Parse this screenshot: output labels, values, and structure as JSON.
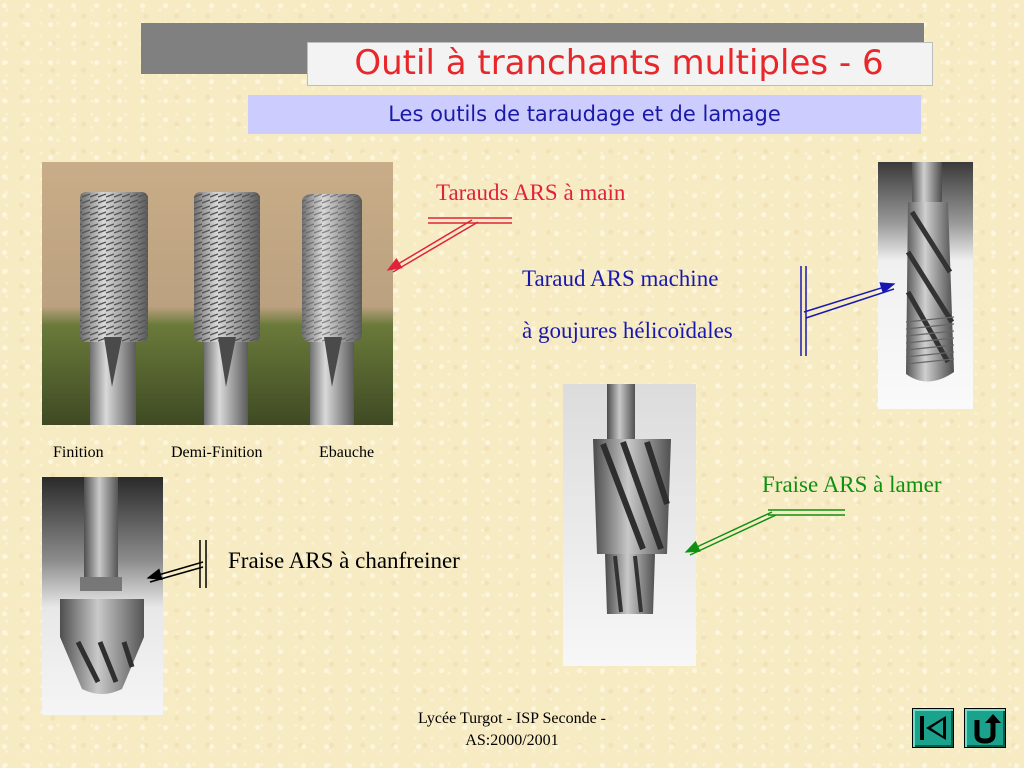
{
  "slide": {
    "title": "Outil à tranchants multiples - 6",
    "subtitle": "Les outils de taraudage et de lamage"
  },
  "labels": {
    "taps_hand": "Tarauds ARS à main",
    "tap_machine_line1": "Taraud ARS machine",
    "tap_machine_line2": "à goujures hélicoïdales",
    "counterbore": "Fraise ARS à lamer",
    "chamfer": "Fraise ARS à chanfreiner"
  },
  "captions": {
    "finition": "Finition",
    "demi_finition": "Demi-Finition",
    "ebauche": "Ebauche"
  },
  "footer": {
    "line1": "Lycée Turgot - ISP Seconde -",
    "line2": "AS:2000/2001"
  },
  "navigation": {
    "first_icon": "first-slide-icon",
    "return_icon": "return-icon"
  },
  "colors": {
    "title": "#e8272b",
    "subtitle": "#1a1aa6",
    "taps_hand": "#e0223a",
    "tap_machine": "#1818b0",
    "counterbore": "#109010",
    "nav_button": "#1aa28c"
  }
}
